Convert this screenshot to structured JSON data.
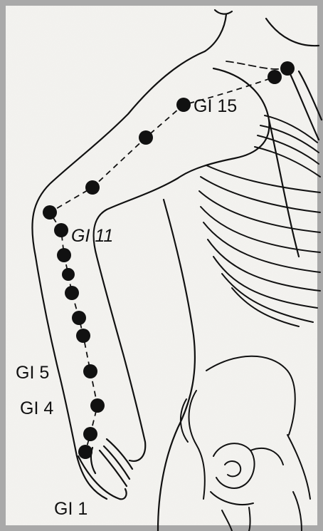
{
  "figure": {
    "colors": {
      "paper": "#f4f3f0",
      "frame": "#a9a9a9",
      "ink": "#111111"
    },
    "labels": {
      "gi15": "GI 15",
      "gi11": "GI 11",
      "gi5": "GI 5",
      "gi4": "GI 4",
      "gi1": "GI 1"
    },
    "meridian": "GI",
    "point_count": 16
  }
}
